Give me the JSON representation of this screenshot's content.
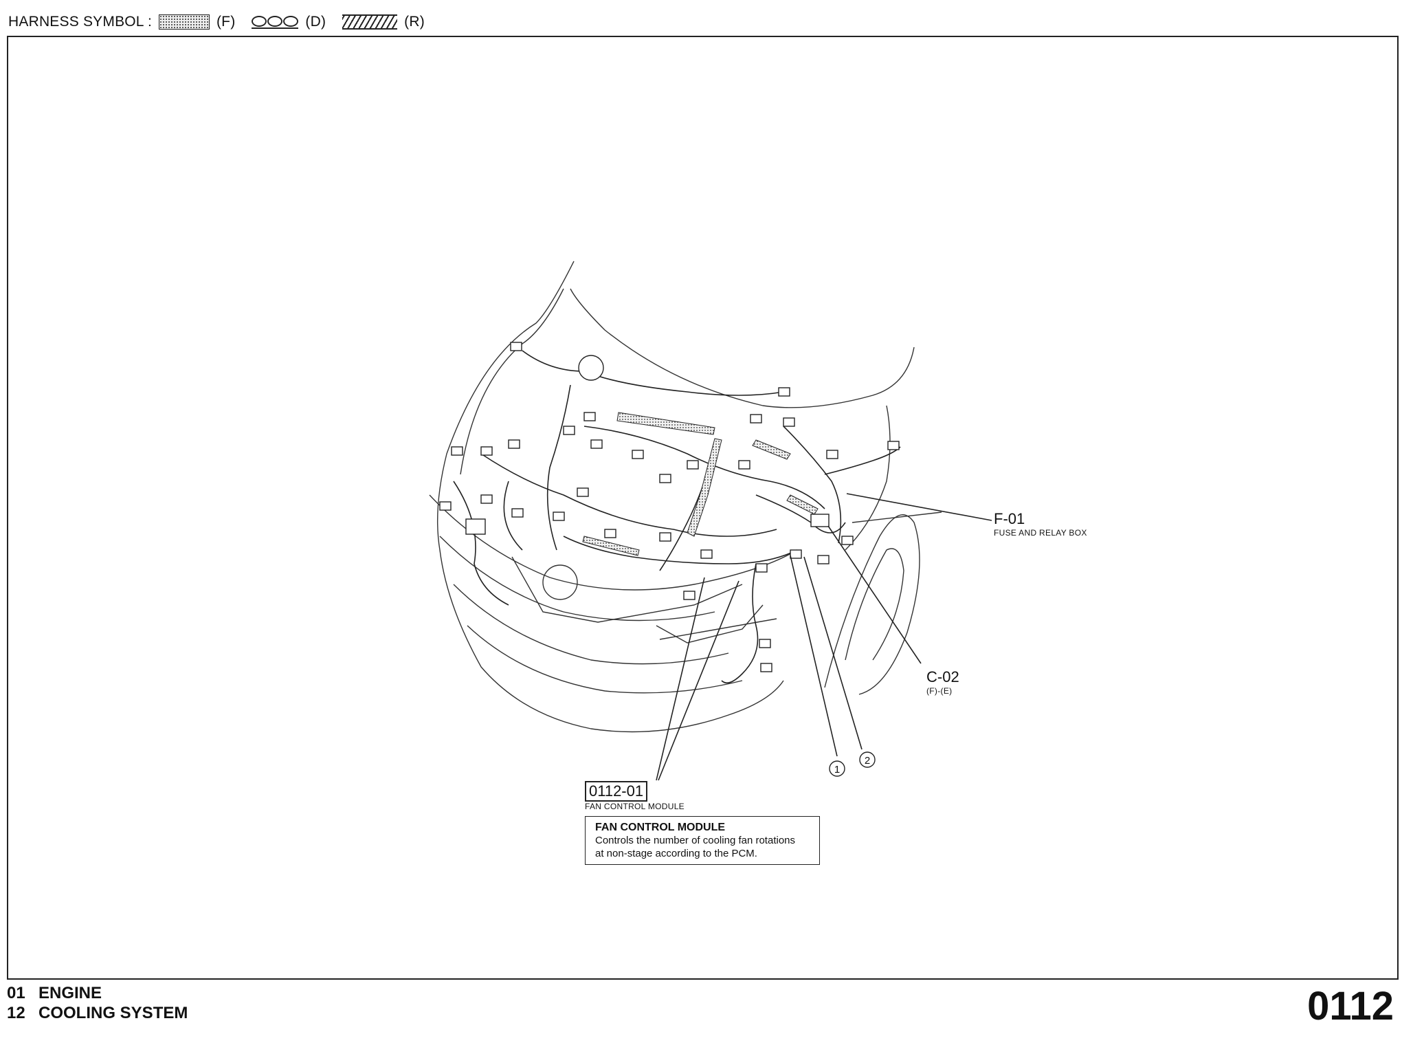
{
  "header": {
    "label": "HARNESS SYMBOL :",
    "symbols": [
      {
        "code": "(F)",
        "icon": "dotted-harness-icon"
      },
      {
        "code": "(D)",
        "icon": "circles-harness-icon"
      },
      {
        "code": "(R)",
        "icon": "hatched-harness-icon"
      }
    ]
  },
  "callouts": {
    "f01": {
      "code": "F-01",
      "name": "FUSE AND RELAY BOX"
    },
    "c02": {
      "code": "C-02",
      "sub": "(F)-(E)"
    },
    "marker1": "1",
    "marker2": "2",
    "module": {
      "code": "0112-01",
      "name": "FAN CONTROL MODULE"
    }
  },
  "description": {
    "title": "FAN CONTROL MODULE",
    "line1": "Controls the number of cooling fan rotations",
    "line2": "at non-stage according to the PCM."
  },
  "footer": {
    "line1_num": "01",
    "line1_text": "ENGINE",
    "line2_num": "12",
    "line2_text": "COOLING SYSTEM",
    "page_number": "0112"
  }
}
